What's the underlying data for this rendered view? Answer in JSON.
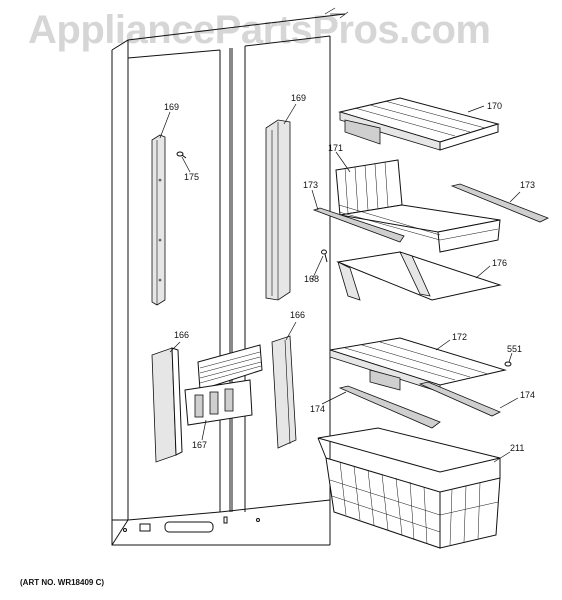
{
  "watermark": "AppliancePartsPros.com",
  "art_number": "(ART NO. WR18409 C)",
  "callouts": {
    "c169_left": "169",
    "c169_right": "169",
    "c175": "175",
    "c170": "170",
    "c171": "171",
    "c173_left": "173",
    "c173_right": "173",
    "c168": "168",
    "c176": "176",
    "c166_left": "166",
    "c166_right": "166",
    "c167": "167",
    "c172": "172",
    "c551": "551",
    "c174_left": "174",
    "c174_right": "174",
    "c211": "211"
  }
}
